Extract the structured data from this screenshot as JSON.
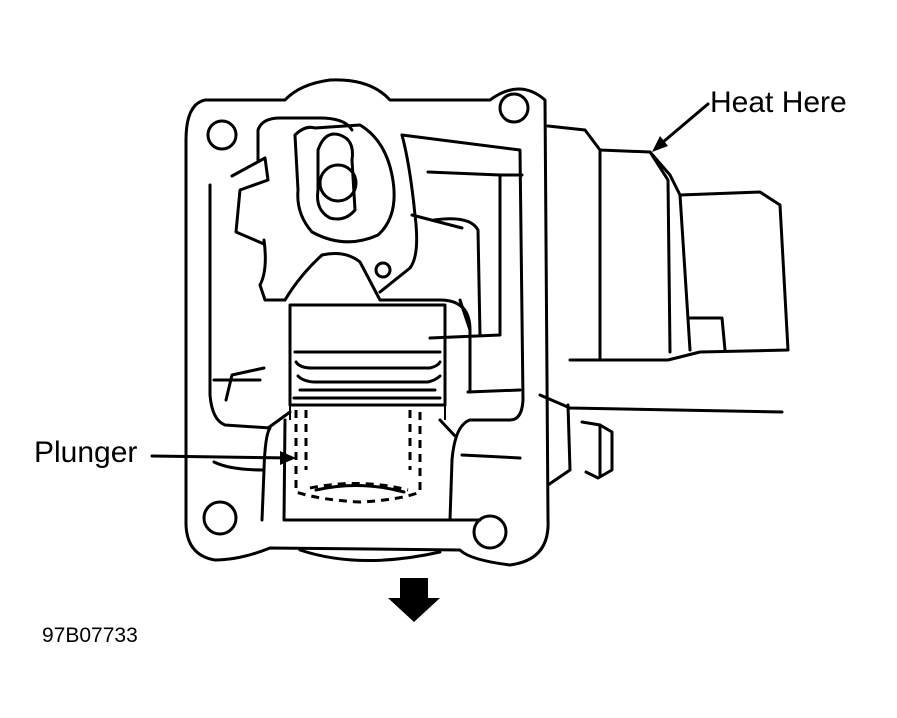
{
  "labels": {
    "heat_here": "Heat Here",
    "plunger": "Plunger",
    "figure_code": "97B07733"
  },
  "colors": {
    "line": "#000000",
    "background": "#ffffff"
  },
  "icons": {
    "direction_arrow": "arrow-down-icon"
  }
}
